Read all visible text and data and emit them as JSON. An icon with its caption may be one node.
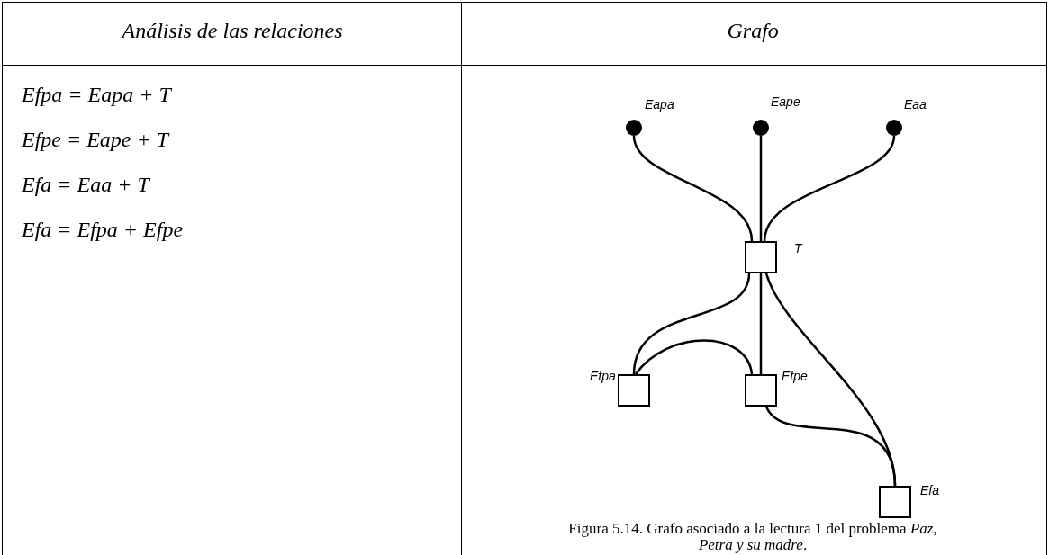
{
  "diagram": {
    "caption": "Figura 5.14. Grafo asociado a la lectura 1 del problema *Paz, Petra y su madre*.",
    "nodes": [
      {
        "text": [],
        "shape": "circle",
        "beside": [
          "Eapa"
        ]
      },
      {
        "text": [],
        "shape": "circle",
        "beside": [
          "Eape"
        ]
      },
      {
        "text": [],
        "shape": "circle",
        "beside": [
          "Eaa"
        ]
      },
      {
        "text": [],
        "shape": "box",
        "beside": [
          "T"
        ]
      },
      {
        "text": [],
        "shape": "box",
        "beside": [
          "Efpa"
        ]
      },
      {
        "text": [],
        "shape": "box",
        "beside": [
          "Efpe"
        ]
      },
      {
        "text": [],
        "shape": "box",
        "beside": [
          "Efa"
        ]
      }
    ],
    "edges": [
      {
        "from": 0,
        "to": 3,
        "arrow": "none"
      },
      {
        "from": 1,
        "to": 3,
        "arrow": "none"
      },
      {
        "from": 2,
        "to": 3,
        "arrow": "none"
      },
      {
        "from": 3,
        "to": 4,
        "arrow": "none"
      },
      {
        "from": 3,
        "to": 5,
        "arrow": "none"
      },
      {
        "from": 3,
        "to": 6,
        "arrow": "none"
      },
      {
        "from": 4,
        "to": 5,
        "arrow": "none"
      },
      {
        "from": 5,
        "to": 6,
        "arrow": "none"
      }
    ],
    "labels": [
      "Análisis de las relaciones",
      "Grafo",
      "Efpa = Eapa + T",
      "Efpe = Eape + T",
      "Efa = Eaa + T",
      "Efa = Efpa + Efpe"
    ]
  }
}
